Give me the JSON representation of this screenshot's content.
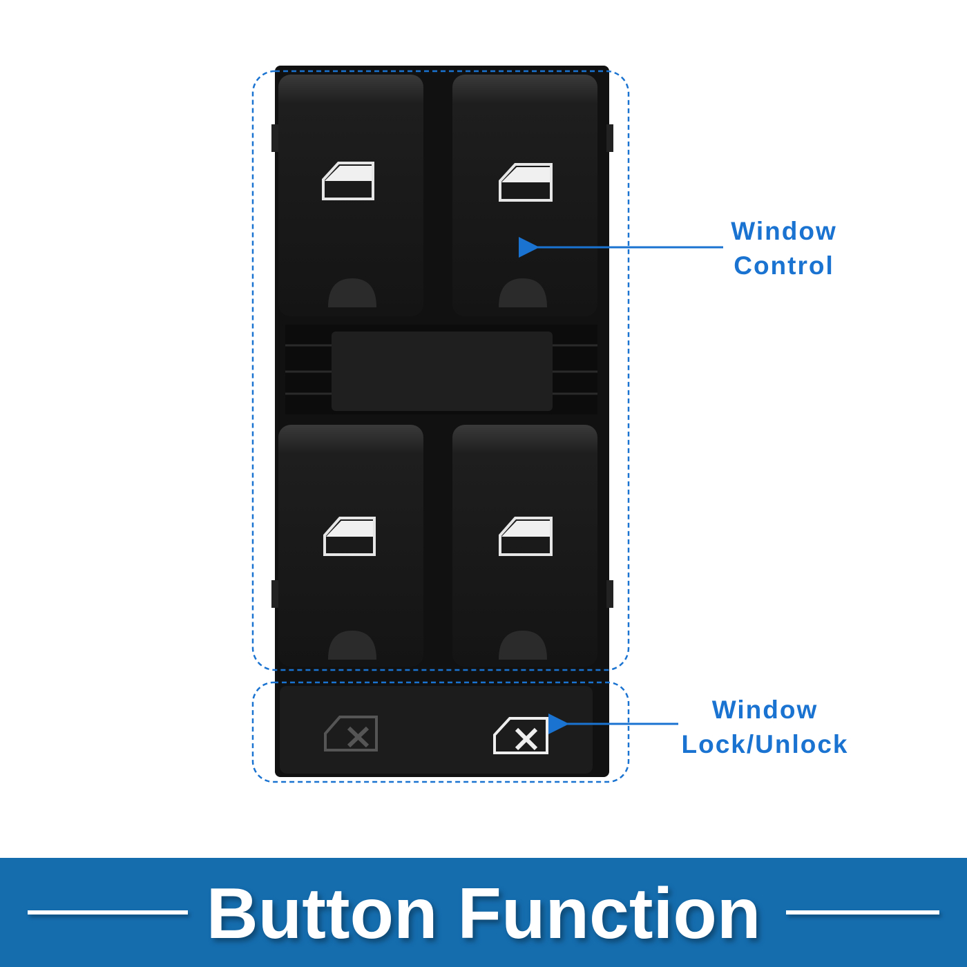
{
  "callouts": {
    "window_control": {
      "line1": "Window",
      "line2": "Control"
    },
    "window_lock": {
      "line1": "Window",
      "line2": "Lock/Unlock"
    }
  },
  "banner": {
    "title": "Button Function"
  },
  "colors": {
    "accent": "#1a73d0",
    "banner": "#156dae",
    "switch_body": "#141414"
  }
}
